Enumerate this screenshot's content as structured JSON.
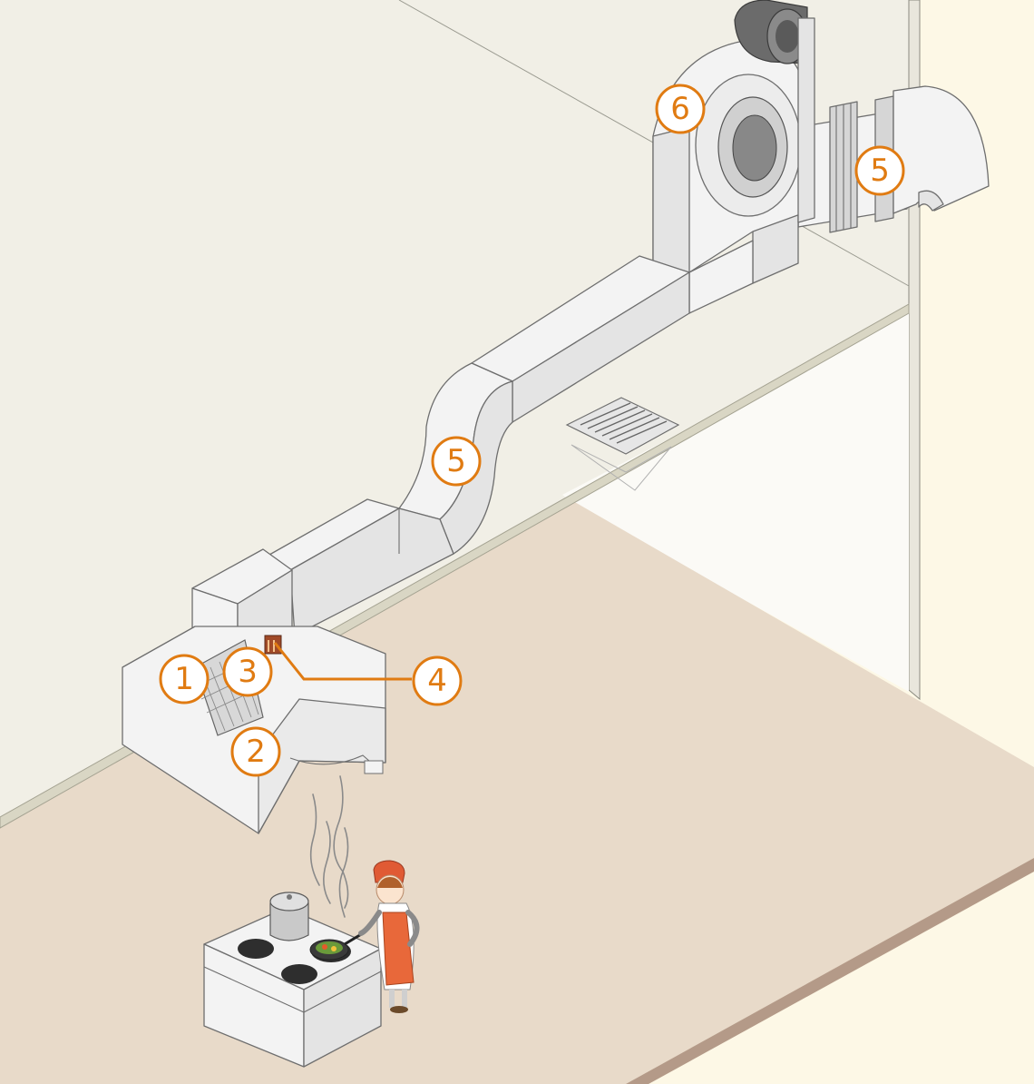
{
  "diagram": {
    "callouts": [
      {
        "id": "c1",
        "label": "1"
      },
      {
        "id": "c2",
        "label": "2"
      },
      {
        "id": "c3",
        "label": "3"
      },
      {
        "id": "c4",
        "label": "4"
      },
      {
        "id": "c5a",
        "label": "5"
      },
      {
        "id": "c5b",
        "label": "5"
      },
      {
        "id": "c6",
        "label": "6"
      }
    ],
    "colors": {
      "accent": "#e07b12",
      "ceiling_space": "#f1efe6",
      "floor": "#e8dac9",
      "outer_background": "#fdf8e6",
      "wall": "#fbfaf6",
      "duct": "#f3f3f3"
    }
  }
}
